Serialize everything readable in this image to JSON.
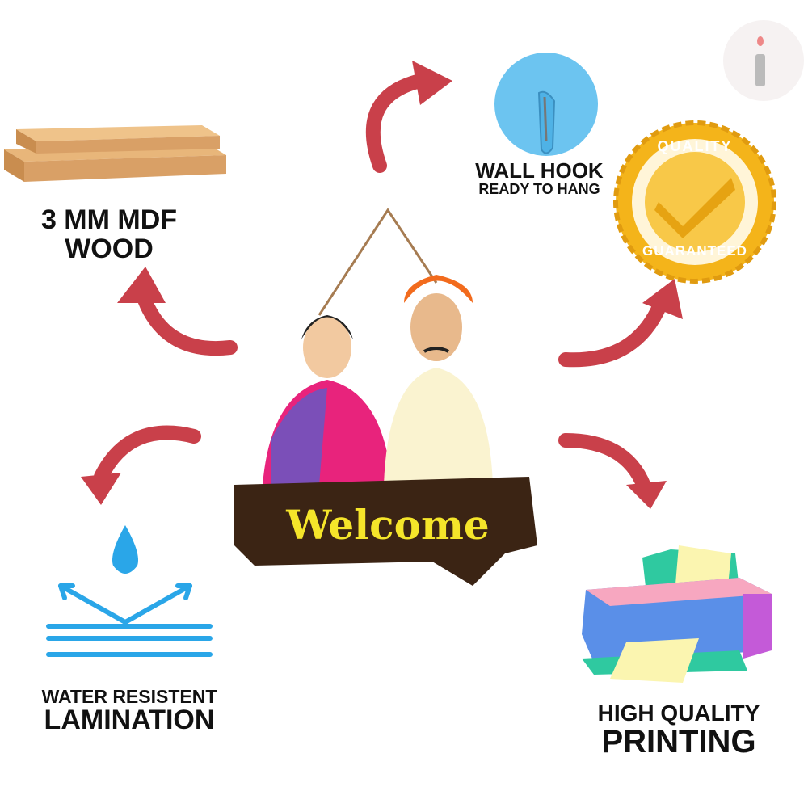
{
  "logo": {
    "letter": "i"
  },
  "features": {
    "wood": {
      "line1": "3 MM MDF",
      "line2": "WOOD"
    },
    "hook": {
      "line1": "WALL HOOK",
      "line2": "READY TO HANG"
    },
    "quality_badge": {
      "top": "QUALITY",
      "bottom": "GUARANTEED"
    },
    "water": {
      "line1": "WATER RESISTENT",
      "line2": "LAMINATION"
    },
    "printing": {
      "line1": "HIGH QUALITY",
      "line2": "PRINTING"
    }
  },
  "product": {
    "sign_text": "Welcome"
  },
  "colors": {
    "arrow": "#c9404a",
    "blue": "#2aa6e8",
    "gold": "#f4b41a",
    "wood": "#d9a066",
    "board": "#3b2414",
    "sign_text": "#f5e52a"
  }
}
